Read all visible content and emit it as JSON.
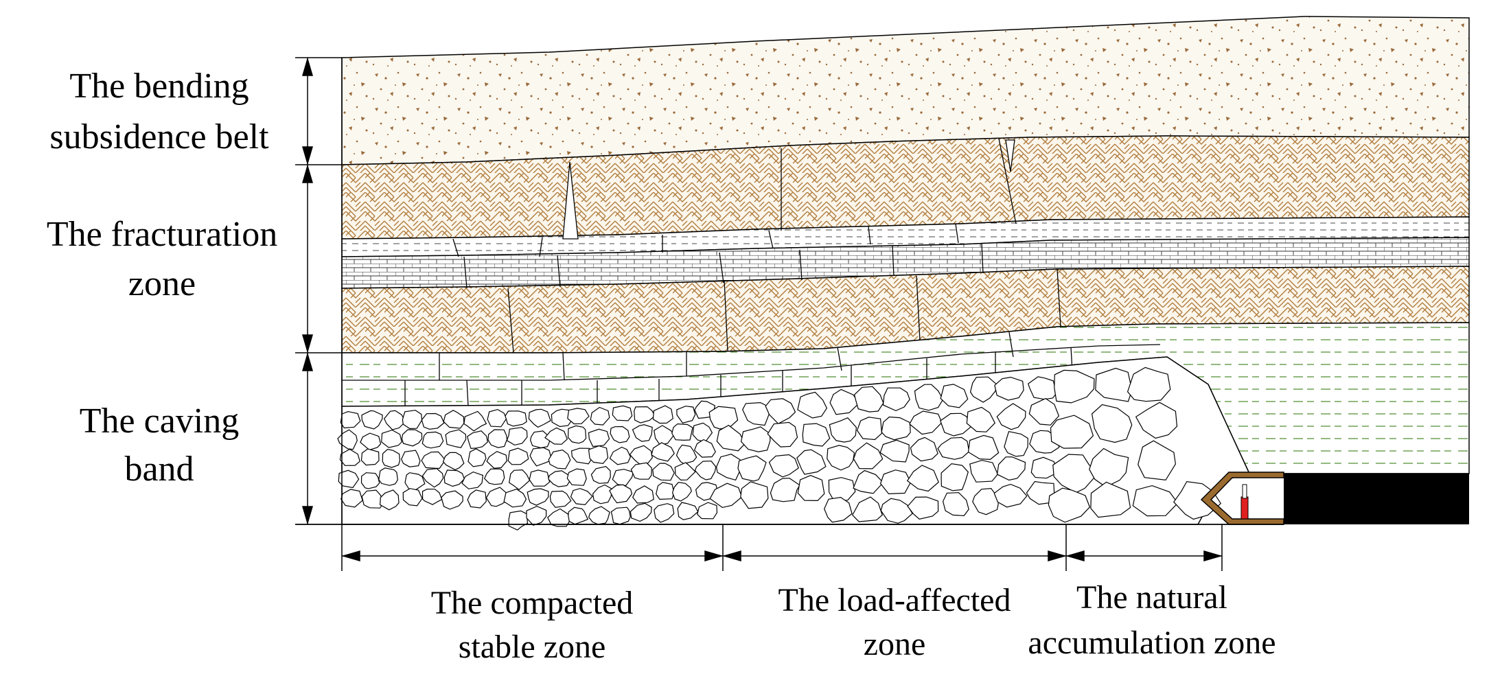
{
  "zones_vertical": {
    "bending": {
      "line1": "The bending",
      "line2": "subsidence belt"
    },
    "fracture": {
      "line1": "The fracturation",
      "line2": "zone"
    },
    "caving": {
      "line1": "The caving",
      "line2": "band"
    }
  },
  "zones_horizontal": {
    "compacted": {
      "line1": "The compacted",
      "line2": "stable zone"
    },
    "load": {
      "line1": "The load-affected",
      "line2": "zone"
    },
    "natural": {
      "line1": "The natural",
      "line2": "accumulation zone"
    }
  },
  "colors": {
    "sandstone": "#f4efe2",
    "sand_dots": "#9a6a3a",
    "herringbone": "#b07d3e",
    "shale_dash": "#444444",
    "green_dash": "#4a8a2a",
    "support": "#9b6a2f",
    "support_leg": "#e02020",
    "coal": "#000000"
  },
  "icons": [
    "double-arrow-icon",
    "hydraulic-support-icon"
  ]
}
